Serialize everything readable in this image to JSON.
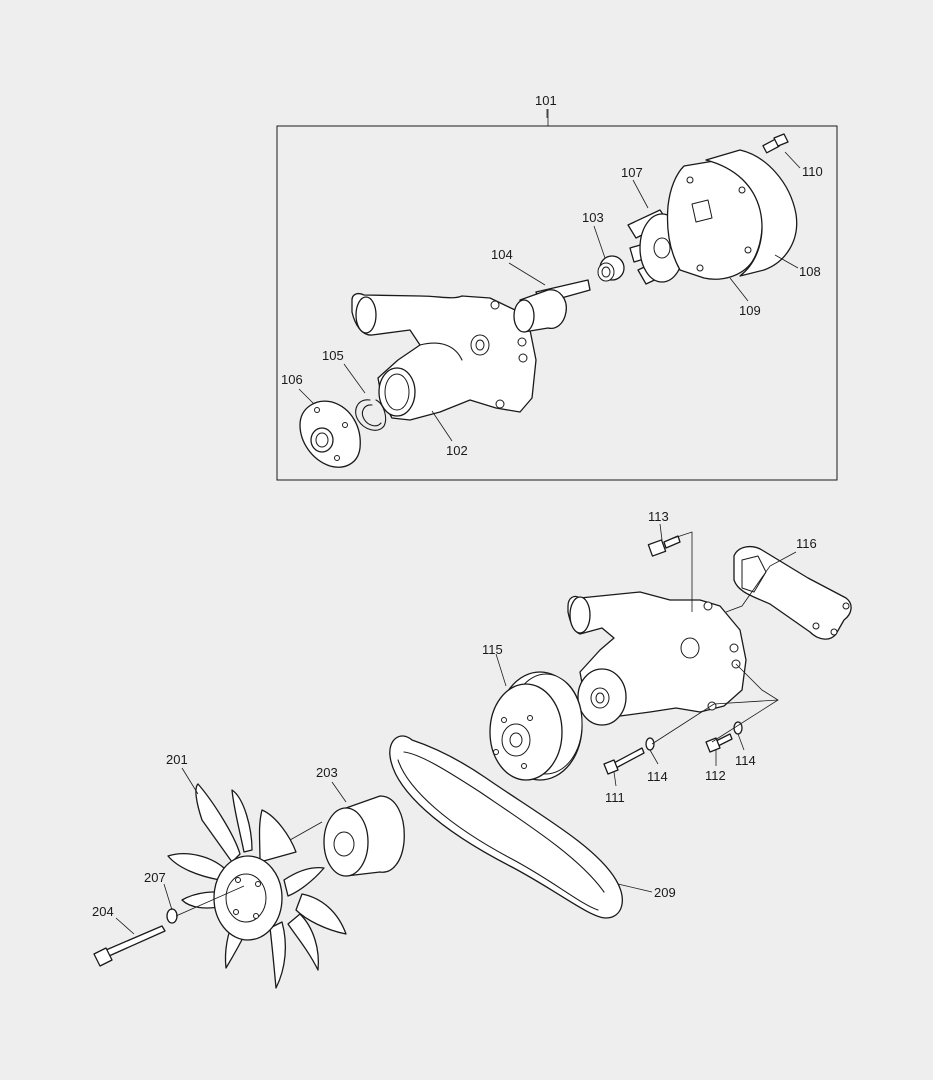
{
  "labels": {
    "l101": "101",
    "l102": "102",
    "l103": "103",
    "l104": "104",
    "l105": "105",
    "l106": "106",
    "l107": "107",
    "l108": "108",
    "l109": "109",
    "l110": "110",
    "l111": "111",
    "l112": "112",
    "l113": "113",
    "l114a": "114",
    "l114b": "114",
    "l115": "115",
    "l116": "116",
    "l201": "201",
    "l203": "203",
    "l204": "204",
    "l207": "207",
    "l209": "209"
  }
}
